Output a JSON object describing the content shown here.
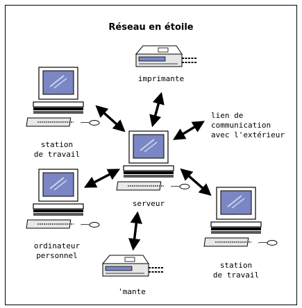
{
  "title": "Réseau en étoile",
  "colors": {
    "screen": "#7b86c4",
    "screen_light": "#cfd4f0",
    "body": "#ffffff",
    "stroke": "#000000"
  },
  "nodes": {
    "printer_top": {
      "label": "imprimante"
    },
    "workstation_left": {
      "label_line1": "station",
      "label_line2": "de travail"
    },
    "server": {
      "label": "serveur"
    },
    "link": {
      "line1": "lien de",
      "line2": "communication",
      "line3": "avec l'extérieur"
    },
    "pc": {
      "label_line1": "ordinateur",
      "label_line2": "personnel"
    },
    "workstation_right": {
      "label_line1": "station",
      "label_line2": "de travail"
    },
    "printer_bottom": {
      "label": "'mante"
    }
  }
}
